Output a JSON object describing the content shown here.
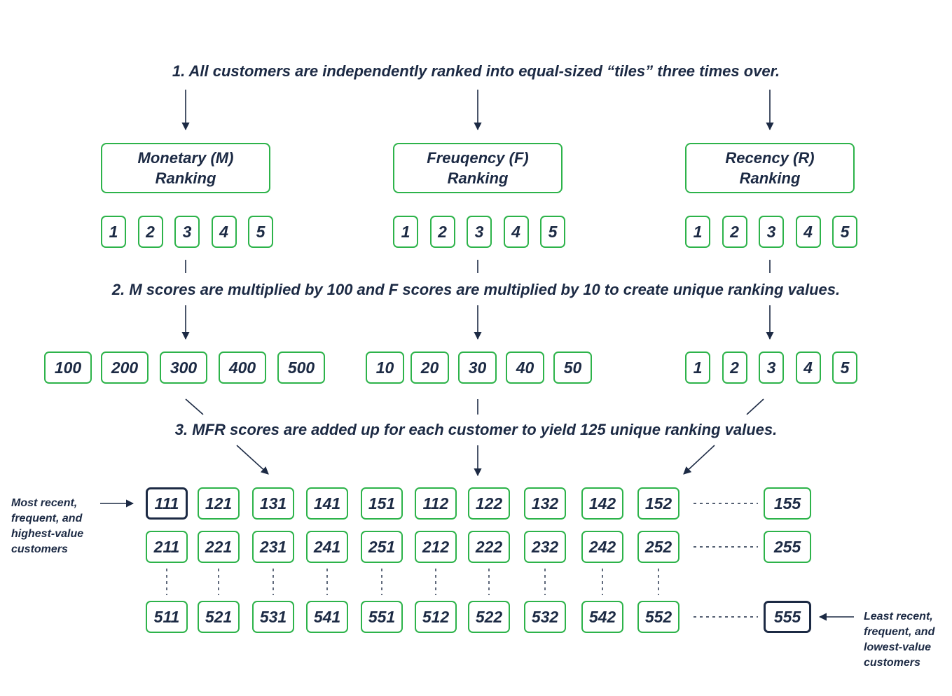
{
  "steps": {
    "step1": "1. All customers are independently ranked into equal-sized “tiles” three times over.",
    "step2": "2. M scores are multiplied by 100 and F scores are multiplied by 10 to create unique ranking values.",
    "step3": "3. MFR scores are added up for each customer to yield 125 unique ranking values."
  },
  "groups": [
    {
      "line1": "Monetary (M)",
      "line2": "Ranking",
      "tiles": [
        "1",
        "2",
        "3",
        "4",
        "5"
      ],
      "scaled": [
        "100",
        "200",
        "300",
        "400",
        "500"
      ]
    },
    {
      "line1": "Freuqency (F)",
      "line2": "Ranking",
      "tiles": [
        "1",
        "2",
        "3",
        "4",
        "5"
      ],
      "scaled": [
        "10",
        "20",
        "30",
        "40",
        "50"
      ]
    },
    {
      "line1": "Recency (R)",
      "line2": "Ranking",
      "tiles": [
        "1",
        "2",
        "3",
        "4",
        "5"
      ],
      "scaled": [
        "1",
        "2",
        "3",
        "4",
        "5"
      ]
    }
  ],
  "result_grid": {
    "rows": [
      {
        "values": [
          "111",
          "121",
          "131",
          "141",
          "151",
          "112",
          "122",
          "132",
          "142",
          "152"
        ],
        "last": "155"
      },
      {
        "values": [
          "211",
          "221",
          "231",
          "241",
          "251",
          "212",
          "222",
          "232",
          "242",
          "252"
        ],
        "last": "255"
      },
      {
        "values": [
          "511",
          "521",
          "531",
          "541",
          "551",
          "512",
          "522",
          "532",
          "542",
          "552"
        ],
        "last": "555"
      }
    ]
  },
  "notes": {
    "most": [
      "Most recent,",
      "frequent, and",
      "highest-value",
      "customers"
    ],
    "least": [
      "Least recent,",
      "frequent, and",
      "lowest-value",
      "customers"
    ]
  },
  "colors": {
    "accent": "#2db34a",
    "ink": "#1c2a44"
  }
}
